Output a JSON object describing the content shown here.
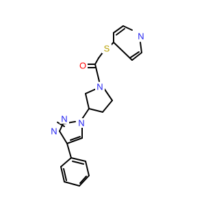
{
  "colors": {
    "bond": "#000000",
    "N": "#1c1cf0",
    "O": "#ff0000",
    "S": "#b8a000"
  },
  "atoms": {
    "n_pyridine": "N",
    "s_thioether": "S",
    "o_carbonyl": "O",
    "n_pyrrolidine": "N",
    "n_triazole_1": "N",
    "n_triazole_2": "N",
    "n_triazole_3": "N"
  }
}
